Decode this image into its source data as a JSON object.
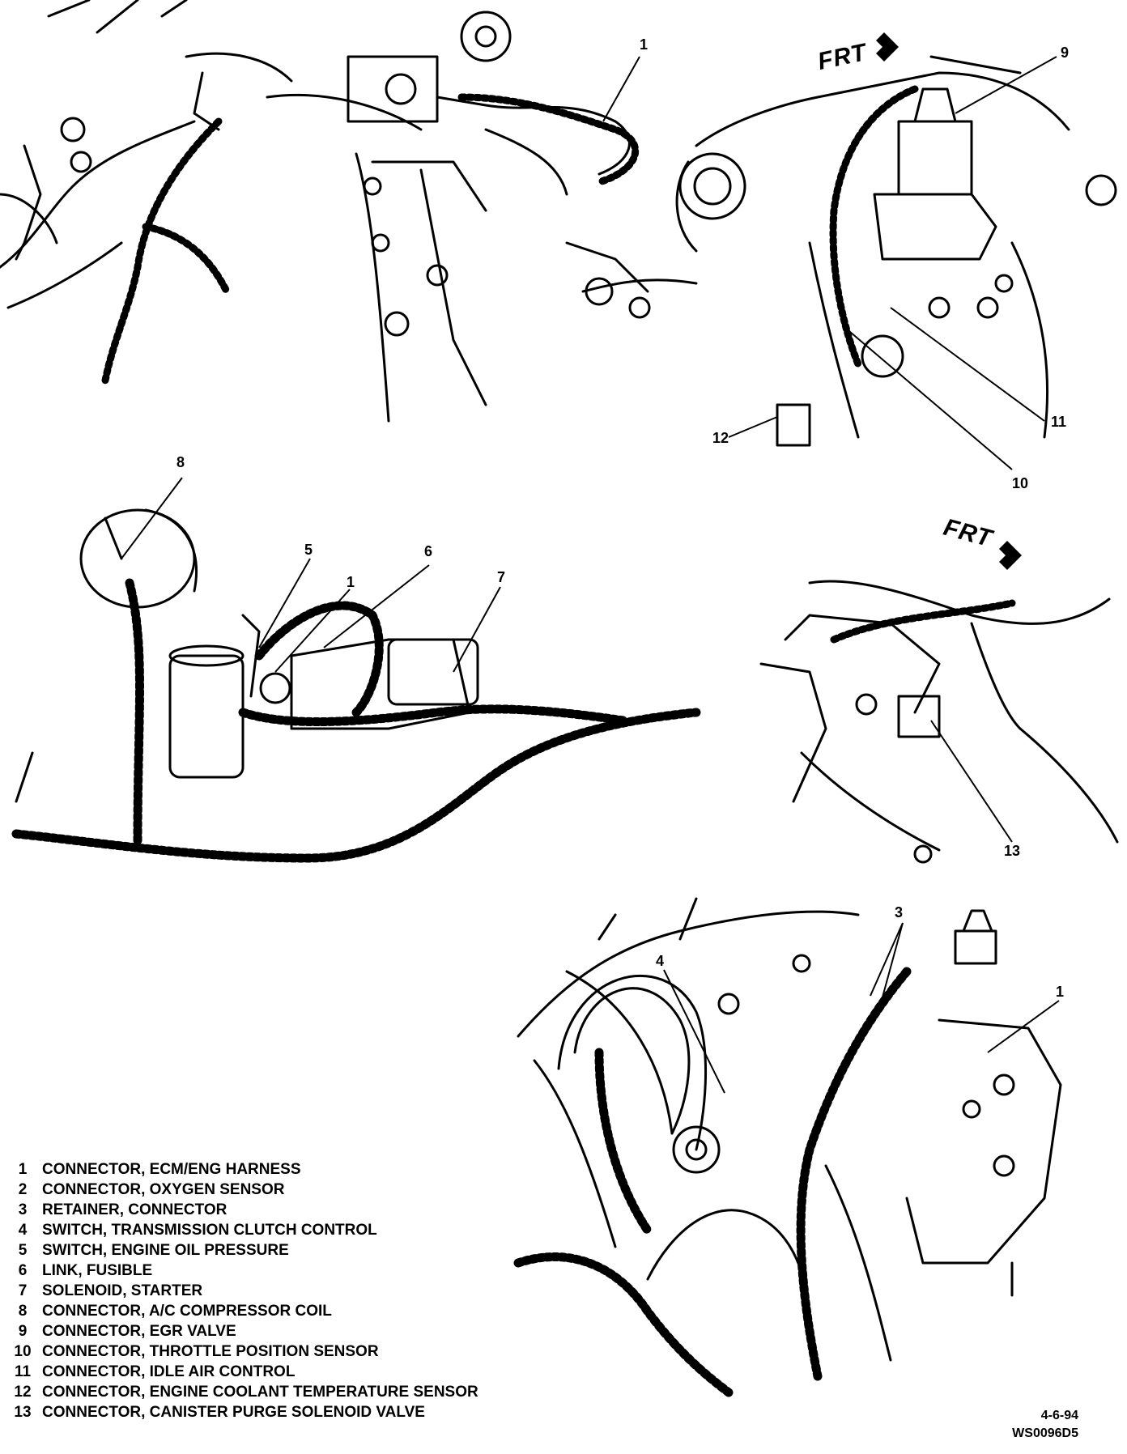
{
  "callouts": {
    "c1_top": "1",
    "c9": "9",
    "c11": "11",
    "c12": "12",
    "c10": "10",
    "c8": "8",
    "c5": "5",
    "c1_mid": "1",
    "c6": "6",
    "c7": "7",
    "c13": "13",
    "c3": "3",
    "c4": "4",
    "c1_bot": "1"
  },
  "orientation": {
    "frt_upper": "FRT",
    "frt_middle": "FRT"
  },
  "legend": [
    {
      "num": "1",
      "text": "CONNECTOR, ECM/ENG HARNESS"
    },
    {
      "num": "2",
      "text": "CONNECTOR, OXYGEN SENSOR"
    },
    {
      "num": "3",
      "text": "RETAINER, CONNECTOR"
    },
    {
      "num": "4",
      "text": "SWITCH, TRANSMISSION CLUTCH CONTROL"
    },
    {
      "num": "5",
      "text": "SWITCH, ENGINE OIL PRESSURE"
    },
    {
      "num": "6",
      "text": "LINK, FUSIBLE"
    },
    {
      "num": "7",
      "text": "SOLENOID, STARTER"
    },
    {
      "num": "8",
      "text": "CONNECTOR, A/C COMPRESSOR COIL"
    },
    {
      "num": "9",
      "text": "CONNECTOR, EGR VALVE"
    },
    {
      "num": "10",
      "text": "CONNECTOR, THROTTLE POSITION SENSOR"
    },
    {
      "num": "11",
      "text": "CONNECTOR, IDLE AIR CONTROL"
    },
    {
      "num": "12",
      "text": "CONNECTOR, ENGINE COOLANT TEMPERATURE SENSOR"
    },
    {
      "num": "13",
      "text": "CONNECTOR, CANISTER PURGE SOLENOID VALVE"
    }
  ],
  "footer": {
    "date": "4-6-94",
    "code": "WS0096D5"
  }
}
